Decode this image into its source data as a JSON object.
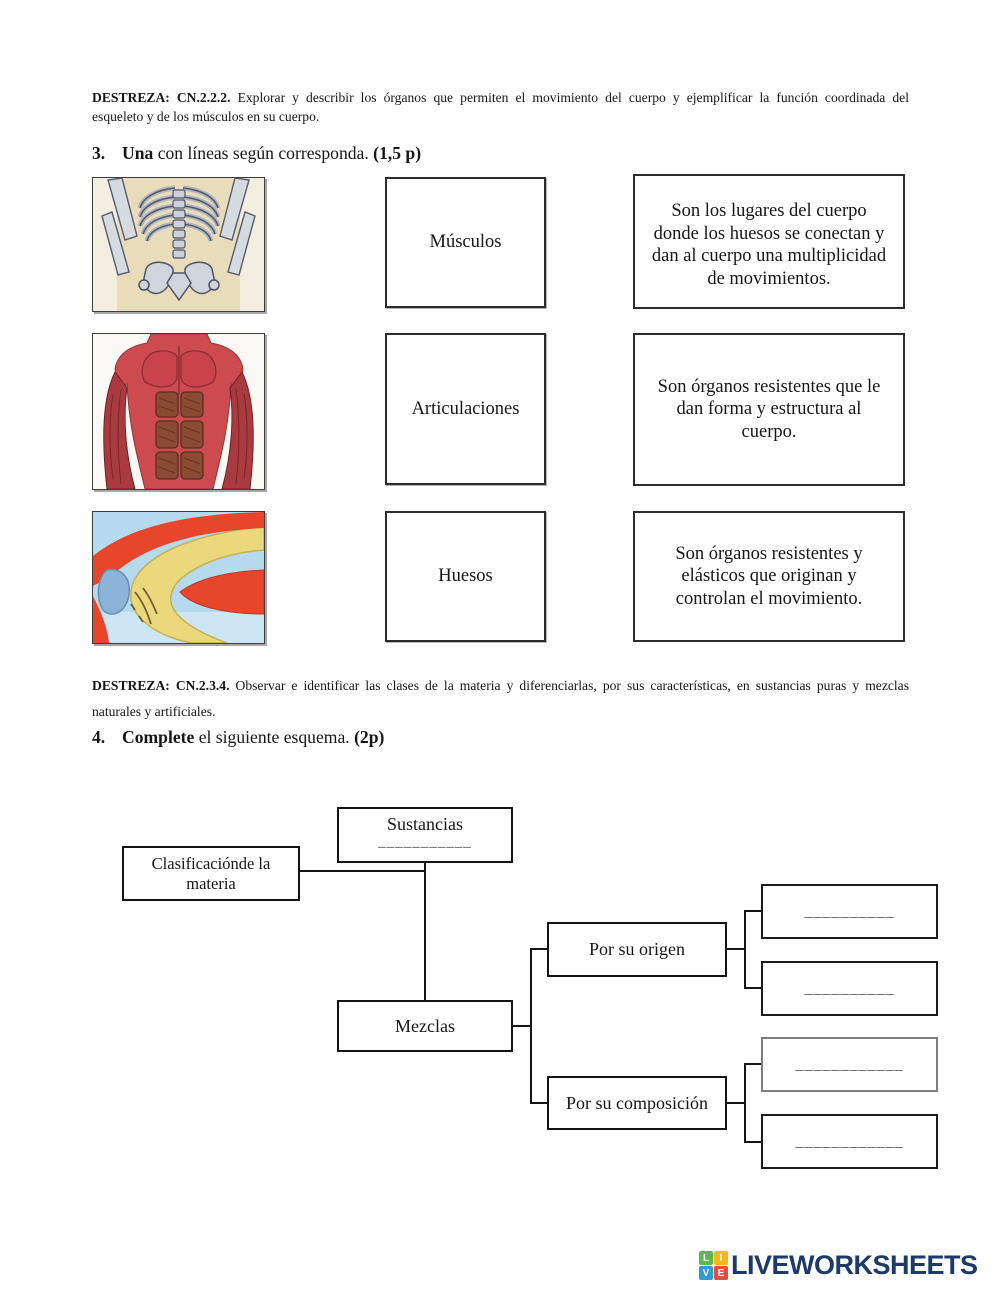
{
  "destreza1": {
    "label": "DESTREZA: CN.2.2.2.",
    "line1_rest": " Explorar y describir los órganos que permiten el movimiento del cuerpo y ejemplificar la función coordinada del",
    "line2": "esqueleto y de los músculos en su cuerpo."
  },
  "question3": {
    "number": "3.",
    "lead": "Una",
    "rest": " con líneas según corresponda. ",
    "points": "(1,5 p)"
  },
  "matching": {
    "images": [
      {
        "name": "skeleton-torso"
      },
      {
        "name": "muscular-torso"
      },
      {
        "name": "bone-joint"
      }
    ],
    "terms": [
      "Músculos",
      "Articulaciones",
      "Huesos"
    ],
    "definitions": [
      "Son los lugares del cuerpo donde los huesos se conectan y dan al cuerpo una multiplicidad de movimientos.",
      "Son órganos resistentes que le dan forma y estructura al cuerpo.",
      "Son órganos resistentes y elásticos que originan y controlan el movimiento."
    ]
  },
  "destreza2": {
    "label": "DESTREZA: CN.2.3.4.",
    "line1_rest": " Observar e identificar las clases de la materia y diferenciarlas, por sus características, en sustancias puras y mezclas",
    "line2": "naturales y artificiales."
  },
  "question4": {
    "number": "4.",
    "lead": "Complete",
    "rest": " el siguiente esquema. ",
    "points": "(2p)"
  },
  "diagram": {
    "classification": {
      "line1": "Clasificaciónde la",
      "line2": "materia"
    },
    "sustancias": {
      "label": "Sustancias",
      "blank": "___________"
    },
    "mezclas": "Mezclas",
    "por_su_origen": "Por su origen",
    "por_su_composicion": "Por su composición",
    "blanks": [
      "__________",
      "__________",
      "____________",
      "____________"
    ]
  },
  "footer": {
    "brand": "LIVEWORKSHEETS",
    "brand_color": "#1d3a6b",
    "tiles": [
      {
        "letter": "L",
        "color": "#5bb947"
      },
      {
        "letter": "I",
        "color": "#f9b715"
      },
      {
        "letter": "V",
        "color": "#2e9ad7"
      },
      {
        "letter": "E",
        "color": "#ea4b3b"
      }
    ]
  }
}
